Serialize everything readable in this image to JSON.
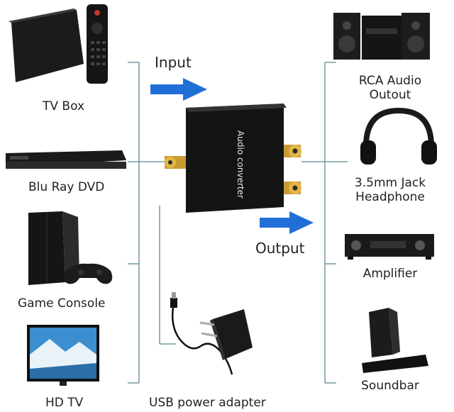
{
  "labels": {
    "input": "Input",
    "output": "Output",
    "usb_power": "USB power adapter",
    "converter_text": "Audio converter"
  },
  "sources": [
    {
      "name": "TV Box"
    },
    {
      "name": "Blu Ray DVD"
    },
    {
      "name": "Game Console"
    },
    {
      "name": "HD TV"
    }
  ],
  "outputs": [
    {
      "name_line1": "RCA Audio",
      "name_line2": "Outout"
    },
    {
      "name_line1": "3.5mm Jack",
      "name_line2": "Headphone"
    },
    {
      "name_line1": "Amplifier",
      "name_line2": ""
    },
    {
      "name_line1": "Soundbar",
      "name_line2": ""
    }
  ],
  "colors": {
    "arrow": "#1f6fd6",
    "line": "#4f7f86",
    "device": "#1a1a1a",
    "gold": "#d4a53a"
  }
}
